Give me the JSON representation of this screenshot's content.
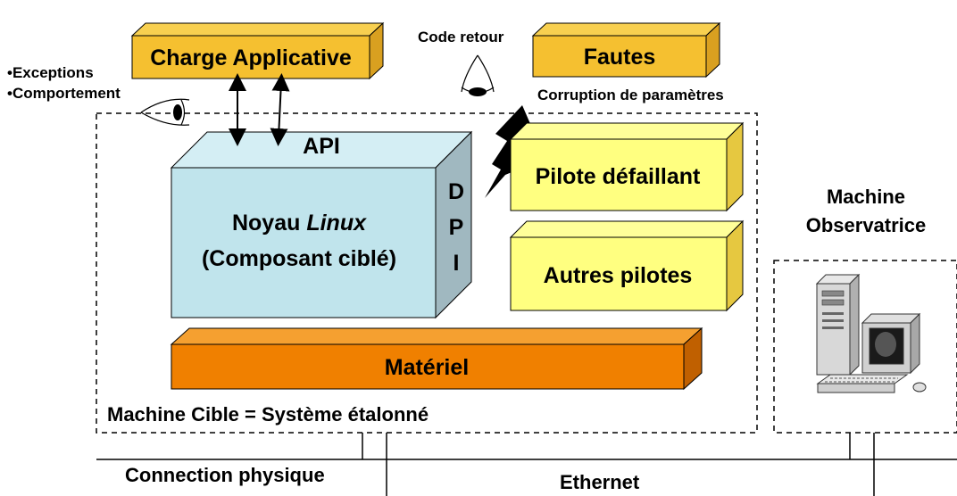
{
  "boxes": {
    "charge_applicative": "Charge Applicative",
    "fautes": "Fautes",
    "api": "API",
    "noyau_prefix": "Noyau ",
    "noyau_italic": "Linux",
    "noyau_line2": "(Composant ciblé)",
    "dpi": [
      "D",
      "P",
      "I"
    ],
    "pilote_defaillant": "Pilote défaillant",
    "autres_pilotes": "Autres pilotes",
    "materiel": "Matériel"
  },
  "annotations": {
    "exceptions": "•Exceptions",
    "comportement": "•Comportement",
    "code_retour": "Code retour",
    "corruption": "Corruption de paramètres",
    "machine_cible": "Machine Cible = Système étalonné",
    "machine_observatrice_line1": "Machine",
    "machine_observatrice_line2": "Observatrice",
    "connection_physique": "Connection physique",
    "ethernet": "Ethernet"
  },
  "colors": {
    "yellow_front": "#ffff80",
    "yellow_top": "#ffff99",
    "yellow_side": "#e6c840",
    "orange_front": "#f5c030",
    "orange_top": "#f8d050",
    "orange_side": "#d9a020",
    "materiel_front": "#f08000",
    "materiel_top": "#f5a030",
    "materiel_side": "#c06000",
    "kernel_front": "#c0e4ec",
    "kernel_top": "#d4eef4",
    "kernel_side": "#a0b8c0"
  },
  "icons": {
    "eye_left": "eye-icon",
    "eye_top": "eye-icon",
    "lightning": "lightning-bolt-icon",
    "computer": "desktop-computer-icon"
  }
}
